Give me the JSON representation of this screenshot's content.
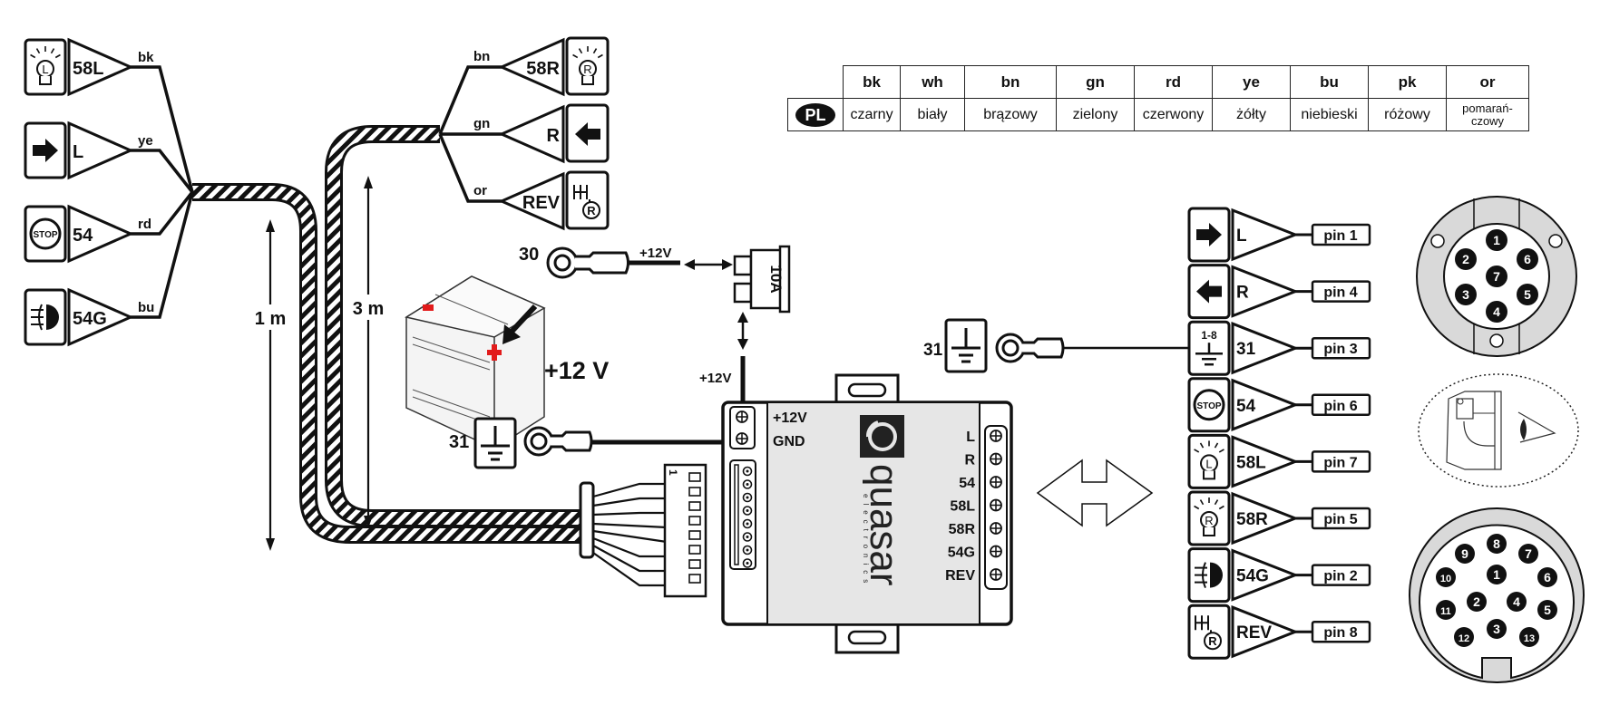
{
  "diagram": {
    "title": "quasar electronics trailer wiring module connection diagram",
    "brand": {
      "name": "quasar",
      "subtitle": "electronics"
    },
    "left_group": [
      {
        "icon": "position-light-left-icon",
        "terminal": "58L",
        "wire": "bk"
      },
      {
        "icon": "turn-left-arrow-icon",
        "terminal": "L",
        "wire": "ye"
      },
      {
        "icon": "stop-light-icon",
        "icon_text": "STOP",
        "terminal": "54",
        "wire": "rd"
      },
      {
        "icon": "fog-light-icon",
        "terminal": "54G",
        "wire": "bu"
      }
    ],
    "top_group": [
      {
        "icon": "position-light-right-icon",
        "terminal": "58R",
        "wire": "bn"
      },
      {
        "icon": "turn-right-arrow-icon",
        "terminal": "R",
        "wire": "gn"
      },
      {
        "icon": "reverse-gear-icon",
        "terminal": "REV",
        "wire": "or"
      }
    ],
    "lengths": {
      "left_harness": "1 m",
      "top_harness": "3 m"
    },
    "battery": {
      "terminal": "30",
      "voltage": "+12 V",
      "wire_label": "+12V",
      "minus": "−",
      "plus": "+"
    },
    "fuse": {
      "rating": "10A"
    },
    "module_feed_label": "+12V",
    "ground": {
      "terminal": "31"
    },
    "module": {
      "power_labels": [
        "+12V",
        "GND"
      ],
      "outputs": [
        "L",
        "R",
        "54",
        "58L",
        "58R",
        "54G",
        "REV"
      ],
      "connector_pin1_label": "1"
    },
    "socket_pins": [
      {
        "icon": "turn-left-arrow-icon",
        "terminal": "L",
        "pin": "pin 1"
      },
      {
        "icon": "turn-right-arrow-icon",
        "terminal": "R",
        "pin": "pin 4"
      },
      {
        "icon": "ground-icon",
        "icon_text": "1-8",
        "terminal": "31",
        "pin": "pin 3"
      },
      {
        "icon": "stop-light-icon",
        "icon_text": "STOP",
        "terminal": "54",
        "pin": "pin 6"
      },
      {
        "icon": "position-light-left-icon",
        "terminal": "58L",
        "pin": "pin 7"
      },
      {
        "icon": "position-light-right-icon",
        "terminal": "58R",
        "pin": "pin 5"
      },
      {
        "icon": "fog-light-icon",
        "terminal": "54G",
        "pin": "pin 2"
      },
      {
        "icon": "reverse-gear-icon",
        "terminal": "REV",
        "pin": "pin 8"
      }
    ],
    "socket_7pin": [
      "1",
      "2",
      "3",
      "4",
      "5",
      "6",
      "7"
    ],
    "socket_13pin": [
      "1",
      "2",
      "3",
      "4",
      "5",
      "6",
      "7",
      "8",
      "9",
      "10",
      "11",
      "12",
      "13"
    ],
    "colors": {
      "line": "#111111",
      "battery_terminal": "#e21b1b",
      "module_panel": "#e6e6e6",
      "socket_ring": "#d9d9d9"
    }
  },
  "legend": {
    "language_badge": "PL",
    "codes": [
      "bk",
      "wh",
      "bn",
      "gn",
      "rd",
      "ye",
      "bu",
      "pk",
      "or"
    ],
    "names": [
      "czarny",
      "biały",
      "brązowy",
      "zielony",
      "czerwony",
      "żółty",
      "niebieski",
      "różowy",
      "pomarań-\nczowy"
    ]
  }
}
